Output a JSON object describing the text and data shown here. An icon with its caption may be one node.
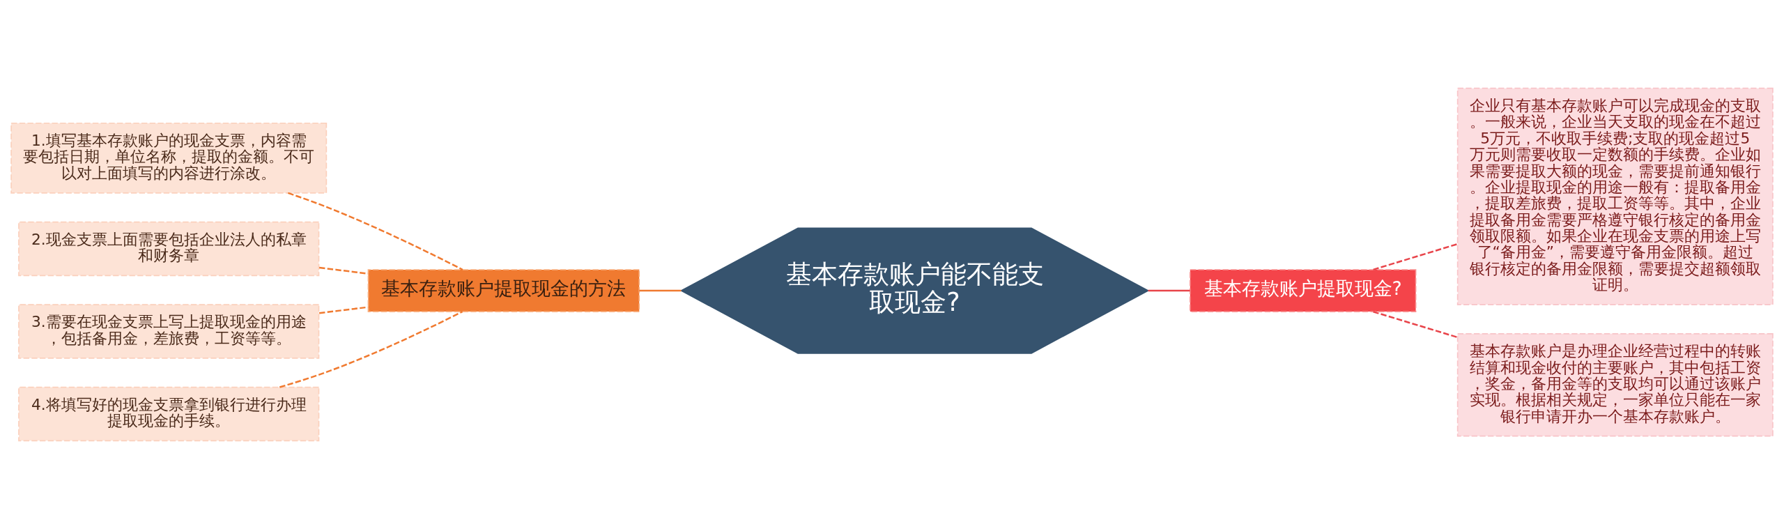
{
  "diagram": {
    "nodes": [
      {
        "text": [
          "基本存款账户能不能支取现金?"
        ]
      },
      {
        "text": [
          "基本存款账户提取现金的方法"
        ]
      },
      {
        "text": [
          "1.填写基本存款账户的现金支票，内容需要包括日期，单位名称，提取的金额。不可以对上面填写的内容进行涂改。"
        ]
      },
      {
        "text": [
          "2.现金支票上面需要包括企业法人的私章和财务章"
        ]
      },
      {
        "text": [
          "3.需要在现金支票上写上提取现金的用途，包括备用金，差旅费，工资等等。"
        ]
      },
      {
        "text": [
          "4.将填写好的现金支票拿到银行进行办理提取现金的手续。"
        ]
      },
      {
        "text": [
          "基本存款账户提取现金?"
        ]
      },
      {
        "text": [
          "企业只有基本存款账户可以完成现金的支取。一般来说，企业当天支取的现金在不超过5万元，不收取手续费;支取的现金超过5万元则需要收取一定数额的手续费。企业如果需要提取大额的现金，需要提前通知银行。企业提取现金的用途一般有：提取备用金，提取差旅费，提取工资等等。其中，企业提取备用金需要严格遵守银行核定的备用金领取限额。如果企业在现金支票的用途上写了“备用金”，需要遵守备用金限额。超过银行核定的备用金限额，需要提交超额领取证明。"
        ]
      },
      {
        "text": [
          "基本存款账户是办理企业经营过程中的转账结算和现金收付的主要账户，其中包括工资，奖金，备用金等的支取均可以通过该账户实现。根据相关规定，一家单位只能在一家银行申请开办一个基本存款账户。"
        ]
      }
    ],
    "edges": [
      {
        "from": 2,
        "to": 1,
        "arrow": "none",
        "style": "dashed",
        "color": "#f07a30"
      },
      {
        "from": 3,
        "to": 1,
        "arrow": "none",
        "style": "dashed",
        "color": "#f07a30"
      },
      {
        "from": 4,
        "to": 1,
        "arrow": "none",
        "style": "dashed",
        "color": "#f07a30"
      },
      {
        "from": 5,
        "to": 1,
        "arrow": "none",
        "style": "dashed",
        "color": "#f07a30"
      },
      {
        "from": 1,
        "to": 0,
        "arrow": "none",
        "color": "#f07a30"
      },
      {
        "from": 0,
        "to": 6,
        "arrow": "none",
        "color": "#e8444a"
      },
      {
        "from": 6,
        "to": 7,
        "arrow": "none",
        "style": "dashed",
        "color": "#e8444a"
      },
      {
        "from": 6,
        "to": 8,
        "arrow": "none",
        "style": "dashed",
        "color": "#e8444a"
      }
    ]
  }
}
